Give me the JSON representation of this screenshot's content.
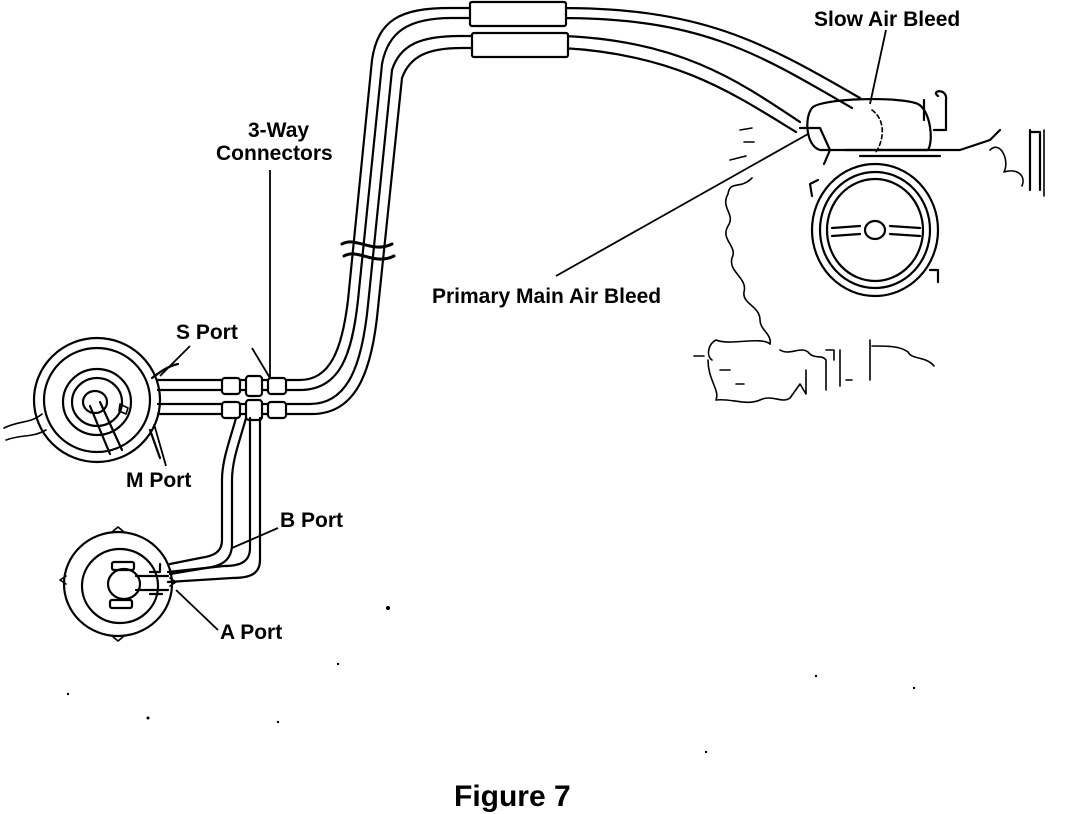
{
  "figure": {
    "caption": "Figure 7",
    "labels": {
      "slow_air_bleed": "Slow Air Bleed",
      "three_way_line1": "3-Way",
      "three_way_line2": "Connectors",
      "primary_main_air_bleed": "Primary Main Air Bleed",
      "s_port": "S Port",
      "m_port": "M Port",
      "b_port": "B Port",
      "a_port": "A Port"
    }
  }
}
